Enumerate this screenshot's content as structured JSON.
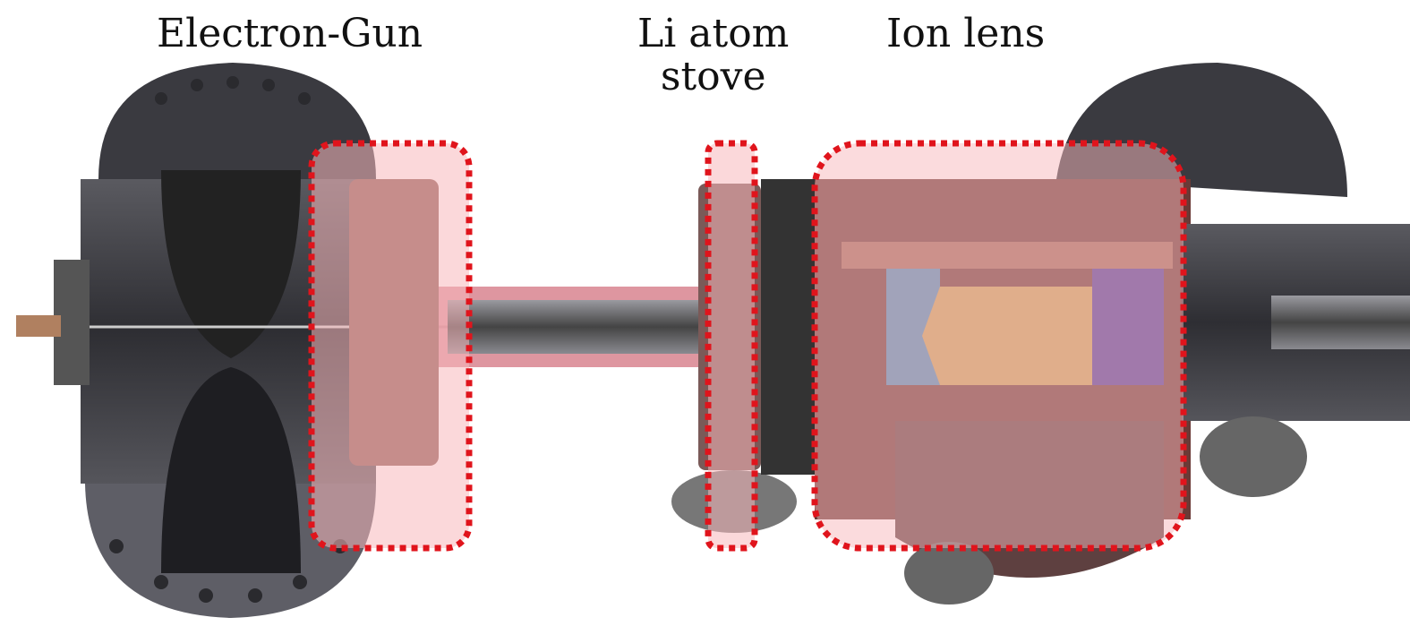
{
  "labels": {
    "electron_gun": "Electron-Gun",
    "li_atom_stove_line1": "Li atom",
    "li_atom_stove_line2": "stove",
    "ion_lens": "Ion lens"
  },
  "colors": {
    "highlight_border": "#e0141c",
    "highlight_fill": "#f7b8bb",
    "metal_dark": "#3e3e44",
    "metal_mid": "#6b6b72",
    "copper": "#b07060",
    "lens_blue": "#4a8fb8",
    "lens_gold": "#c9a55a",
    "lens_purple": "#4a3a9a"
  }
}
